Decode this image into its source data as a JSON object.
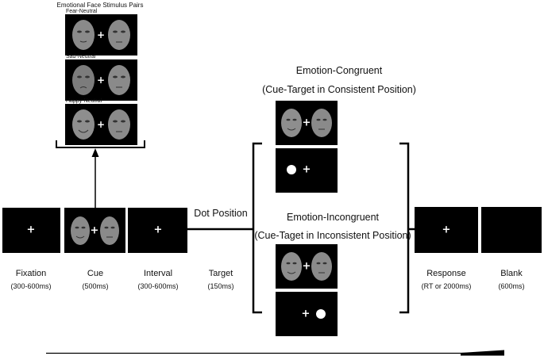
{
  "stimulus_panel": {
    "title": "Emotional Face Stimulus Pairs",
    "pairs": [
      {
        "label": "Fear-Neutral",
        "emotion": "fear"
      },
      {
        "label": "Sad-Neutral",
        "emotion": "sad"
      },
      {
        "label": "Happy-Neutral",
        "emotion": "happy"
      }
    ]
  },
  "timeline": [
    {
      "name": "Fixation",
      "duration": "(300-600ms)"
    },
    {
      "name": "Cue",
      "duration": "(500ms)"
    },
    {
      "name": "Interval",
      "duration": "(300-600ms)"
    },
    {
      "name": "Target",
      "duration": "(150ms)"
    },
    {
      "name": "Response",
      "duration": "(RT or 2000ms)"
    },
    {
      "name": "Blank",
      "duration": "(600ms)"
    }
  ],
  "dot_position_label": "Dot Position",
  "congruent": {
    "title": "Emotion-Congruent",
    "subtitle": "(Cue-Target in Consistent Position)"
  },
  "incongruent": {
    "title": "Emotion-Incongruent",
    "subtitle": "(Cue-Taget in Inconsistent Position)"
  },
  "fixation_symbol": "+",
  "colors": {
    "screen": "#000000",
    "face": "#8a8a8a",
    "stroke": "#000000"
  }
}
